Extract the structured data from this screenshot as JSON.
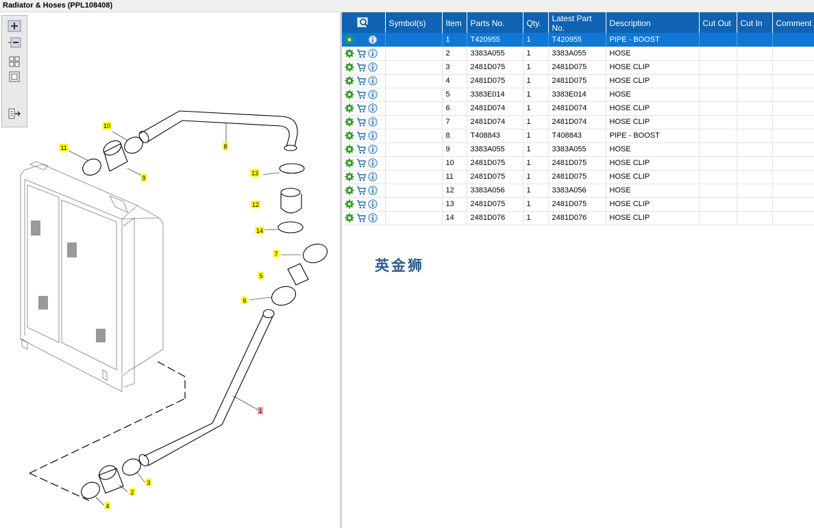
{
  "window": {
    "title": "Radiator & Hoses (PPL108408)"
  },
  "toolbar": {
    "buttons": [
      {
        "icon": "zoom-in-icon"
      },
      {
        "icon": "zoom-out-icon"
      },
      {
        "icon": "fit-all-icon"
      },
      {
        "icon": "actual-size-icon"
      },
      {
        "icon": "export-list-icon"
      }
    ]
  },
  "diagram": {
    "callouts": [
      "1",
      "2",
      "3",
      "4",
      "5",
      "6",
      "7",
      "8",
      "9",
      "10",
      "11",
      "12",
      "13",
      "14"
    ],
    "highlighted_callout": "1",
    "callout_color": "#ffff00",
    "highlight_color": "#f4a0a0"
  },
  "table": {
    "header_color": "#0f63b2",
    "selected_color": "#0f78d7",
    "columns": [
      "Symbol(s)",
      "Item",
      "Parts No.",
      "Qty.",
      "Latest Part No.",
      "Description",
      "Cut Out",
      "Cut In",
      "Comment"
    ],
    "rows": [
      {
        "item": "1",
        "part_no": "T420955",
        "qty": "1",
        "latest": "T420955",
        "desc": "PIPE - BOOST"
      },
      {
        "item": "2",
        "part_no": "3383A055",
        "qty": "1",
        "latest": "3383A055",
        "desc": "HOSE"
      },
      {
        "item": "3",
        "part_no": "2481D075",
        "qty": "1",
        "latest": "2481D075",
        "desc": "HOSE CLIP"
      },
      {
        "item": "4",
        "part_no": "2481D075",
        "qty": "1",
        "latest": "2481D075",
        "desc": "HOSE CLIP"
      },
      {
        "item": "5",
        "part_no": "3383E014",
        "qty": "1",
        "latest": "3383E014",
        "desc": "HOSE"
      },
      {
        "item": "6",
        "part_no": "2481D074",
        "qty": "1",
        "latest": "2481D074",
        "desc": "HOSE CLIP"
      },
      {
        "item": "7",
        "part_no": "2481D074",
        "qty": "1",
        "latest": "2481D074",
        "desc": "HOSE CLIP"
      },
      {
        "item": "8",
        "part_no": "T408843",
        "qty": "1",
        "latest": "T408843",
        "desc": "PIPE - BOOST"
      },
      {
        "item": "9",
        "part_no": "3383A055",
        "qty": "1",
        "latest": "3383A055",
        "desc": "HOSE"
      },
      {
        "item": "10",
        "part_no": "2481D075",
        "qty": "1",
        "latest": "2481D075",
        "desc": "HOSE CLIP"
      },
      {
        "item": "11",
        "part_no": "2481D075",
        "qty": "1",
        "latest": "2481D075",
        "desc": "HOSE CLIP"
      },
      {
        "item": "12",
        "part_no": "3383A056",
        "qty": "1",
        "latest": "3383A056",
        "desc": "HOSE"
      },
      {
        "item": "13",
        "part_no": "2481D075",
        "qty": "1",
        "latest": "2481D075",
        "desc": "HOSE CLIP"
      },
      {
        "item": "14",
        "part_no": "2481D076",
        "qty": "1",
        "latest": "2481D076",
        "desc": "HOSE CLIP"
      }
    ],
    "selected_row": 0,
    "row_icons": [
      "gear-icon",
      "cart-icon",
      "info-icon"
    ]
  },
  "watermark": {
    "text": "英金狮"
  }
}
